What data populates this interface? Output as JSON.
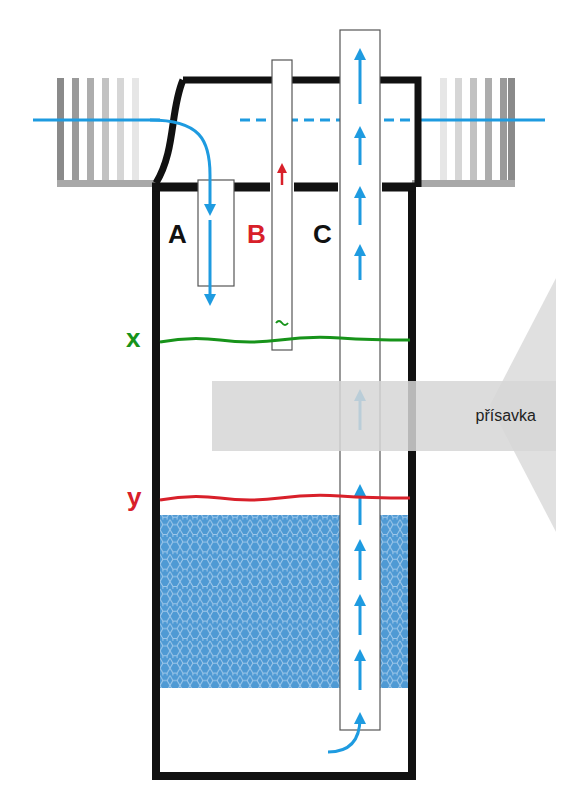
{
  "diagram": {
    "nodes": [
      {
        "text": [
          "přísavka"
        ]
      }
    ],
    "labels": [
      "A",
      "B",
      "C",
      "x",
      "y"
    ]
  }
}
